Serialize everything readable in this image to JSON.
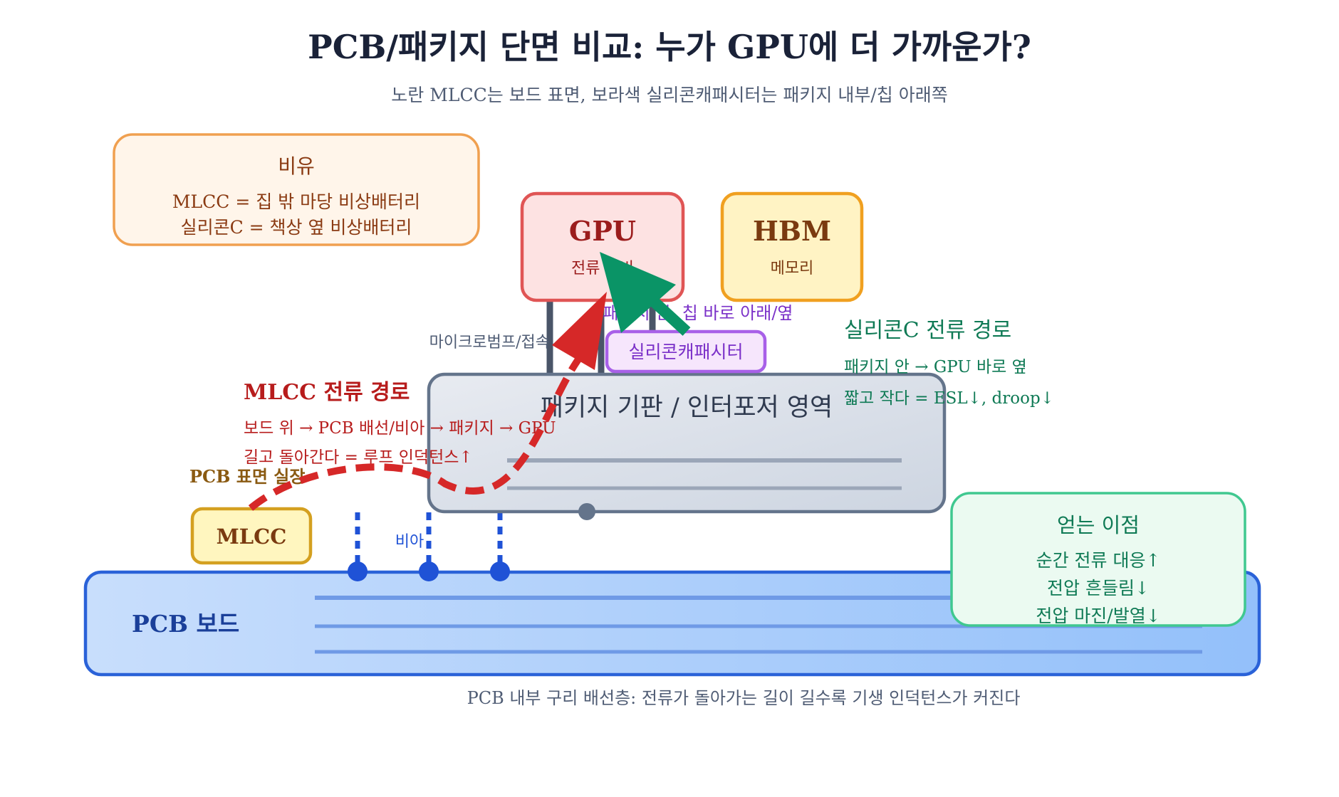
{
  "title": "PCB/패키지 단면 비교: 누가 GPU에 더 가까운가?",
  "subtitle": "노란 MLCC는 보드 표면, 보라색 실리콘캐패시터는 패키지 내부/칩 아래쪽",
  "analogy": {
    "heading": "비유",
    "line1": "MLCC = 집 밖 마당 비상배터리",
    "line2": "실리콘C = 책상 옆 비상배터리"
  },
  "gpu": {
    "label": "GPU",
    "sublabel": "전류 소비"
  },
  "hbm": {
    "label": "HBM",
    "sublabel": "메모리"
  },
  "silicon_cap": {
    "label": "실리콘캐패시터",
    "position_note": "패키지 안, 칩 바로 아래/옆"
  },
  "microbump_label": "마이크로범프/접속",
  "package": {
    "label": "패키지 기판 / 인터포저 영역"
  },
  "mlcc_path": {
    "heading": "MLCC 전류 경로",
    "line1": "보드 위 → PCB 배선/비아 → 패키지 → GPU",
    "line2": "길고 돌아간다 = 루프 인덕턴스↑"
  },
  "silicon_path": {
    "heading": "실리콘C 전류 경로",
    "line1": "패키지 안 → GPU 바로 옆",
    "line2": "짧고 작다 = ESL↓, droop↓"
  },
  "pcb_surface_label": "PCB 표면 실장",
  "mlcc": {
    "label": "MLCC"
  },
  "via_label": "비아",
  "pcb": {
    "label": "PCB 보드"
  },
  "pcb_caption": "PCB 내부 구리 배선층: 전류가 돌아가는 길이 길수록 기생 인덕턴스가 커진다",
  "benefits": {
    "heading": "얻는 이점",
    "line1": "순간 전류 대응↑",
    "line2": "전압 흔들림↓",
    "line3": "전압 마진/발열↓"
  },
  "colors": {
    "analogy_border": "#f0a050",
    "gpu_border": "#e05555",
    "hbm_border": "#f0a020",
    "silicon_border": "#a860e8",
    "mlcc_border": "#d4a020",
    "pcb_border": "#2a62d8",
    "benefit_border": "#40c890",
    "mlcc_arrow": "#d62828",
    "silicon_arrow": "#0a9466"
  }
}
